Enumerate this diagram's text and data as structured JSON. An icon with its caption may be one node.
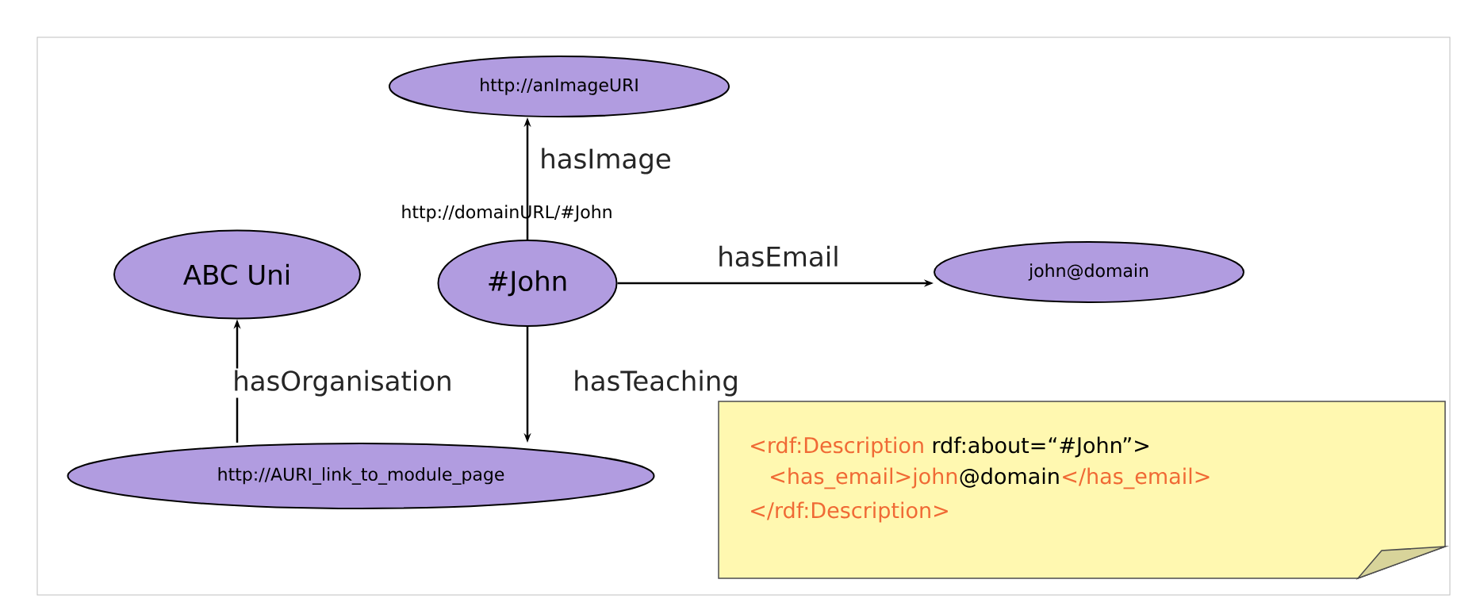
{
  "diagram": {
    "nodes": [
      {
        "text": [
          "http://anImageURI"
        ]
      },
      {
        "text": [
          "ABC Uni"
        ]
      },
      {
        "text": [
          "#John"
        ],
        "beside": [
          "http://domainURL/#John"
        ]
      },
      {
        "text": [
          "john@domain"
        ]
      },
      {
        "text": [
          "http://AURI_link_to_module_page"
        ]
      },
      {
        "text": [
          "<rdf:Description",
          "rdf:about=“#John”>",
          "<has_email>john",
          "@domain",
          "</has_email>",
          "</rdf:Description>"
        ]
      }
    ],
    "edges": [
      {
        "from": 2,
        "to": 0,
        "arrow": "to",
        "label": "hasImage"
      },
      {
        "from": 2,
        "to": 3,
        "arrow": "to",
        "label": "hasEmail"
      },
      {
        "from": 4,
        "to": 1,
        "arrow": "to",
        "label": "hasOrganisation"
      },
      {
        "from": 2,
        "to": 4,
        "arrow": "to",
        "label": "hasTeaching"
      }
    ]
  }
}
